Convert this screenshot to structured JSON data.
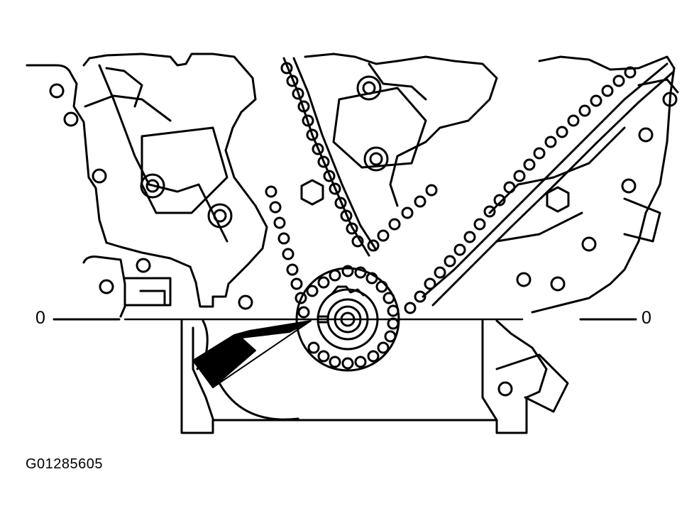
{
  "diagram": {
    "timing_mark_left": "0",
    "timing_mark_right": "0",
    "figure_id": "G01285605"
  },
  "colors": {
    "line": "#000000",
    "background": "#ffffff"
  }
}
